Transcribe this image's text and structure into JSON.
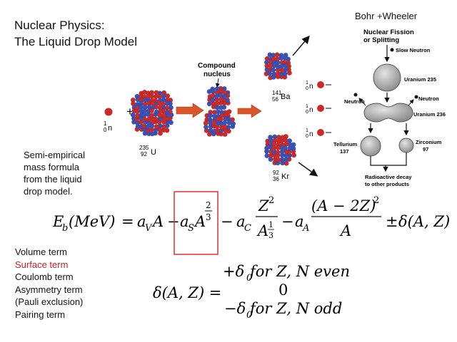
{
  "slide": {
    "title_line1": "Nuclear Physics:",
    "title_line2": "The Liquid Drop Model",
    "attribution": "Bohr +Wheeler",
    "description": [
      "Semi-empirical",
      "mass formula",
      "from the liquid",
      "drop model."
    ]
  },
  "terms": [
    {
      "label": "Volume term",
      "color": "#111111"
    },
    {
      "label": "Surface term",
      "color": "#cc2222"
    },
    {
      "label": "Coulomb term",
      "color": "#111111"
    },
    {
      "label": "Asymmetry term",
      "color": "#111111"
    },
    {
      "label": "(Pauli exclusion)",
      "color": "#111111"
    },
    {
      "label": "Pairing term",
      "color": "#111111"
    }
  ],
  "reaction": {
    "neutron_mass": "1",
    "neutron_charge": "0",
    "neutron_symbol": "n",
    "uranium_mass": "235",
    "uranium_charge": "92",
    "uranium_symbol": "U",
    "compound_label_1": "Compound",
    "compound_label_2": "nucleus",
    "barium_mass": "141",
    "barium_charge": "56",
    "barium_symbol": "Ba",
    "krypton_mass": "92",
    "krypton_charge": "36",
    "krypton_symbol": "Kr"
  },
  "fission_diagram": {
    "title_1": "Nuclear Fission",
    "title_2": "or Splitting",
    "slow_neutron": "Slow Neutron",
    "uranium235": "Uranium 235",
    "uranium236": "Uranium 236",
    "neutron_left": "Neutron",
    "neutron_right": "Neutron",
    "tellurium": "Tellurium",
    "tellurium_num": "137",
    "zirconium": "Zirconium",
    "zirconium_num": "97",
    "decay_1": "Radioactive decay",
    "decay_2": "to other products"
  },
  "formula": {
    "lhs": "E",
    "lhs_sub": "b",
    "lhs_unit": "(MeV)",
    "equals": "=",
    "av": "a",
    "av_sub": "V",
    "A": "A",
    "minus": "−",
    "as": "a",
    "as_sub": "S",
    "exp_num": "2",
    "exp_den": "3",
    "ac": "a",
    "ac_sub": "C",
    "Z2": "Z",
    "Z2_exp": "2",
    "frac_den_A": "A",
    "frac_den_exp_num": "1",
    "frac_den_exp_den": "3",
    "aa": "a",
    "aa_sub": "A",
    "asym_num": "(A − 2Z)",
    "asym_exp": "2",
    "asym_den": "A",
    "pm": "±",
    "delta": "δ(A, Z)"
  },
  "pairing": {
    "lhs": "δ(A, Z) =",
    "line1": "+δ",
    "line1_sub": "0",
    "line1_rest": " for Z, N even",
    "line2": "0",
    "line3": "−δ",
    "line3_sub": "0",
    "line3_rest": " for Z, N odd"
  },
  "colors": {
    "proton": "#cc2a2a",
    "neutron": "#3a52b8",
    "highlight_box": "#dd3333",
    "arrow": "#d8562a"
  }
}
